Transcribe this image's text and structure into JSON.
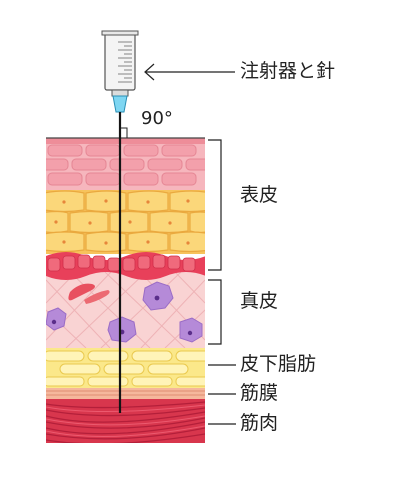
{
  "labels": {
    "syringe_needle": "注射器と針",
    "angle": "90°",
    "epidermis": "表皮",
    "dermis": "真皮",
    "subcutaneous_fat": "皮下脂肪",
    "fascia": "筋膜",
    "muscle": "筋肉"
  },
  "colors": {
    "epidermis_pink": "#f5a3ad",
    "epidermis_yellow": "#f8c85a",
    "basal_layer": "#e8405a",
    "dermis": "#f9d3d3",
    "dermis_cell": "#b58ad8",
    "fat": "#fbe88a",
    "fascia": "#f5b79c",
    "muscle": "#d8364d",
    "needle_hub": "#7ed6f2"
  }
}
